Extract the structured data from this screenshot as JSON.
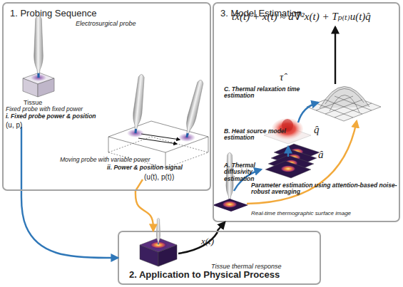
{
  "diagram": {
    "nodes": [
      {
        "text": [
          "1. Probing Sequence"
        ]
      },
      {
        "text": [
          "3. Model Estimation"
        ]
      },
      {
        "text": [
          "2. Application to Physical Process"
        ]
      }
    ],
    "edges": [
      {
        "from": 0,
        "to": 2,
        "arrow": "to"
      },
      {
        "from": 0,
        "to": 2,
        "arrow": "to"
      },
      {
        "from": 2,
        "to": 1,
        "arrow": "to",
        "label": "x(t)"
      }
    ],
    "labels": [
      "Electrosurgical probe",
      "Tissue",
      "Fixed probe with fixed power",
      "i. Fixed probe power & position",
      "(u, p)",
      "Moving probe with variable power",
      "ii. Power & position signal",
      "(u(t), p(t))",
      "τ̂ẍ(t) + ẋ(t) ≈ â∇²x(t) + Tₚ₍ₜ₎u(t)q̂",
      "C. Thermal relaxation time estimation",
      "τ̂",
      "B. Heat source model estimation",
      "q̂",
      "A. Thermal diffusivity estimation",
      "â",
      "Parameter estimation using attention-based noise-robust averaging",
      "Real-time thermographic surface image",
      "Tissue thermal response"
    ]
  }
}
